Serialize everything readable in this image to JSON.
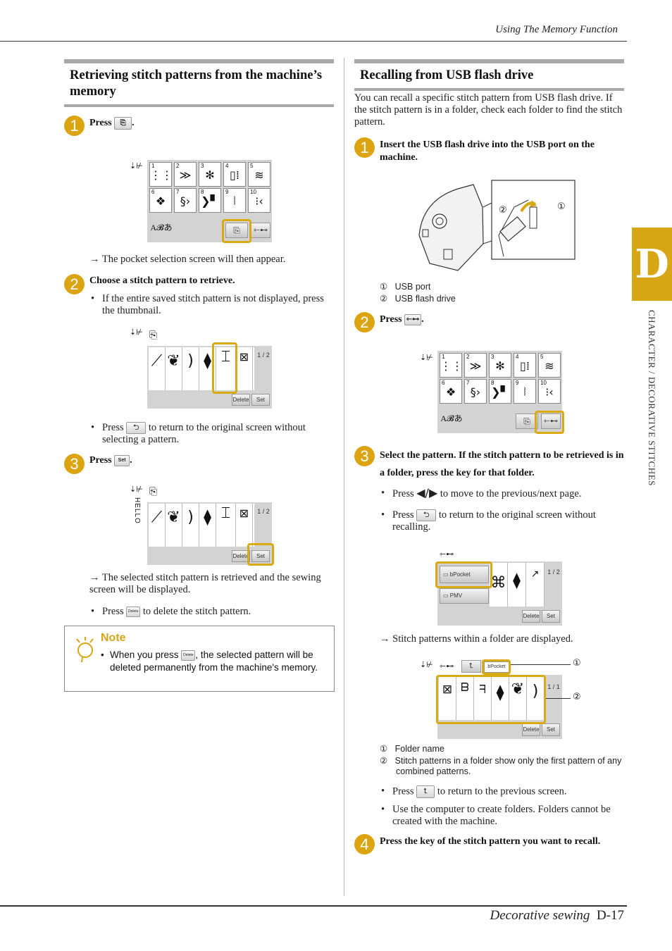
{
  "header": {
    "running_title": "Using The Memory Function"
  },
  "footer": {
    "section": "Decorative sewing",
    "page": "D-17"
  },
  "chapter": {
    "letter": "D",
    "label": "CHARACTER / DECORATIVE STITCHES"
  },
  "left": {
    "title": "Retrieving stitch patterns from the machine’s memory",
    "step1": {
      "num": "1",
      "press": "Press",
      "after": "."
    },
    "result1": "→ The pocket selection screen will then appear.",
    "step2": {
      "num": "2",
      "text": "Choose a stitch pattern to retrieve."
    },
    "bullet2a": "If the entire saved stitch pattern is not displayed, press the thumbnail.",
    "bullet2b_pre": "Press",
    "bullet2b_post": "to return to the original screen without selecting a pattern.",
    "step3": {
      "num": "3",
      "press": "Press",
      "after": "."
    },
    "result3": "→ The selected stitch pattern is retrieved and the sewing screen will be displayed.",
    "bullet3_pre": "Press",
    "bullet3_post": "to delete the stitch pattern.",
    "note": {
      "title": "Note",
      "text_pre": "When you press",
      "text_post": ", the selected pattern will be deleted permanently from the machine's memory."
    }
  },
  "right": {
    "title": "Recalling from USB flash drive",
    "intro": "You can recall a specific stitch pattern from USB flash drive. If the stitch pattern is in a folder, check each folder to find the stitch pattern.",
    "step1": {
      "num": "1",
      "text": "Insert the USB flash drive into the USB port on the machine."
    },
    "legend1": [
      {
        "mark": "①",
        "text": "USB port"
      },
      {
        "mark": "②",
        "text": "USB flash drive"
      }
    ],
    "step2": {
      "num": "2",
      "press": "Press",
      "after": "."
    },
    "step3": {
      "num": "3",
      "text": "Select the pattern. If the stitch pattern to be retrieved is in a folder, press the key for that folder."
    },
    "bullet3a_pre": "Press",
    "bullet3a_post": "to move to the previous/next page.",
    "bullet3b_pre": "Press",
    "bullet3b_post": "to return to the original screen without recalling.",
    "result3": "→ Stitch patterns within a folder are displayed.",
    "legend2": [
      {
        "mark": "①",
        "text": "Folder name"
      },
      {
        "mark": "②",
        "text": "Stitch patterns in a folder show only the first pattern of any combined patterns."
      }
    ],
    "bullet4a_pre": "Press",
    "bullet4a_post": "to return to the previous screen.",
    "bullet4b": "Use the computer to create folders. Folders cannot be created with the machine.",
    "step4": {
      "num": "4",
      "text": "Press the key of the stitch pattern you want to recall."
    }
  },
  "screens": {
    "delete_label": "Delete",
    "set_label": "Set",
    "alpha_label": "A𝓑あ",
    "hello_label": "HELLO",
    "page_indicator": "1 / 2",
    "page_indicator_folder": "1 / 1",
    "tile_numbers": [
      "1",
      "2",
      "3",
      "4",
      "5",
      "6",
      "7",
      "8",
      "9",
      "10"
    ],
    "folders": [
      "bPocket",
      "PMV"
    ],
    "folder_name": "bPocket",
    "callout_1": "①",
    "callout_2": "②"
  }
}
